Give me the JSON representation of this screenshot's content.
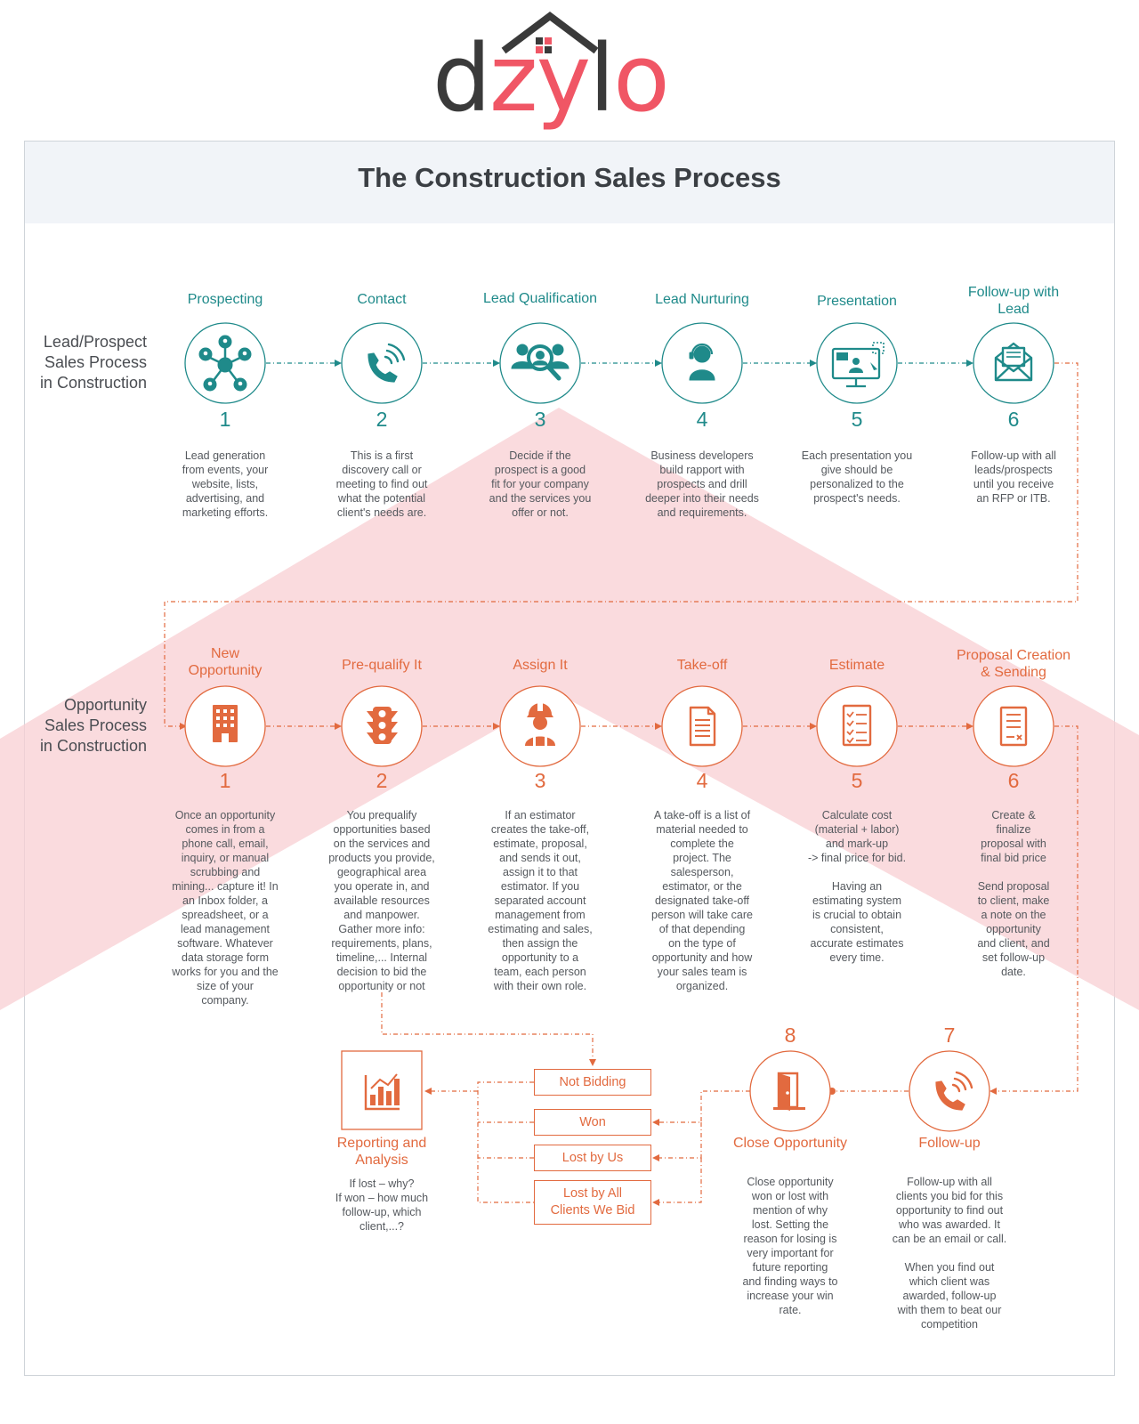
{
  "brand": {
    "logo_text": "dzylo",
    "colors": {
      "dark": "#3a3a3a",
      "accent": "#f05665",
      "roof_squares": [
        "#f05665",
        "#3a3a3a"
      ]
    }
  },
  "page_title": "The Construction Sales Process",
  "colors": {
    "teal": "#1f8a8a",
    "orange": "#e26a3f",
    "chevron": "#f8cfd3",
    "text": "#55595e",
    "header_band": "#f1f4f8"
  },
  "lead_section": {
    "label": "Lead/Prospect\nSales Process\nin Construction",
    "steps": [
      {
        "number": "1",
        "title": "Prospecting",
        "icon": "network-people-icon",
        "description": "Lead generation\nfrom events, your\nwebsite, lists,\nadvertising, and\nmarketing efforts."
      },
      {
        "number": "2",
        "title": "Contact",
        "icon": "phone-ringing-icon",
        "description": "This is a first\ndiscovery call or\nmeeting to find out\nwhat the potential\nclient's needs are."
      },
      {
        "number": "3",
        "title": "Lead Qualification",
        "icon": "group-search-icon",
        "description": "Decide if the\nprospect is a good\nfit for your company\nand the services you\noffer or not."
      },
      {
        "number": "4",
        "title": "Lead Nurturing",
        "icon": "headset-person-icon",
        "description": "Business developers\nbuild rapport with\nprospects and drill\ndeeper into their needs\nand requirements."
      },
      {
        "number": "5",
        "title": "Presentation",
        "icon": "monitor-presentation-icon",
        "description": "Each presentation you\ngive should be\npersonalized to the\nprospect's needs."
      },
      {
        "number": "6",
        "title": "Follow-up with\nLead",
        "icon": "envelope-letter-icon",
        "description": "Follow-up with all\nleads/prospects\nuntil you receive\nan RFP or ITB."
      }
    ]
  },
  "opportunity_section": {
    "label": "Opportunity\nSales Process\nin Construction",
    "steps": [
      {
        "number": "1",
        "title": "New\nOpportunity",
        "icon": "building-icon",
        "description": "Once an opportunity\ncomes in from a\nphone call, email,\ninquiry, or manual\nscrubbing and\nmining... capture it! In\nan Inbox folder, a\nspreadsheet, or a\nlead management\nsoftware. Whatever\ndata storage form\nworks for you and the\nsize of your\ncompany."
      },
      {
        "number": "2",
        "title": "Pre-qualify It",
        "icon": "traffic-light-icon",
        "description": "You prequalify\nopportunities based\non the services and\nproducts you provide,\ngeographical area\nyou operate in, and\navailable resources\nand manpower.\nGather more info:\nrequirements, plans,\ntimeline,... Internal\ndecision to bid the\nopportunity or not"
      },
      {
        "number": "3",
        "title": "Assign It",
        "icon": "construction-worker-icon",
        "description": "If an estimator\ncreates the take-off,\nestimate, proposal,\nand sends it out,\nassign it to that\nestimator. If you\nseparated account\nmanagement from\nestimating and sales,\nthen assign the\nopportunity to a\nteam, each person\nwith their own role."
      },
      {
        "number": "4",
        "title": "Take-off",
        "icon": "document-icon",
        "description": "A take-off is a list of\nmaterial needed to\ncomplete the\nproject. The\nsalesperson,\nestimator, or the\ndesignated take-off\nperson will take care\nof that depending\non the type of\nopportunity and how\nyour sales team is\norganized."
      },
      {
        "number": "5",
        "title": "Estimate",
        "icon": "checklist-icon",
        "description": "Calculate cost\n(material + labor)\nand mark-up\n-> final price for bid.\n\nHaving an\nestimating system\nis crucial to obtain\nconsistent,\naccurate estimates\nevery time."
      },
      {
        "number": "6",
        "title": "Proposal Creation\n& Sending",
        "icon": "proposal-document-icon",
        "description": "Create &\nfinalize\nproposal with\nfinal bid price\n\nSend proposal\nto client, make\na note on the\nopportunity\nand client, and\nset follow-up\ndate."
      },
      {
        "number": "7",
        "title": "Follow-up",
        "icon": "phone-ringing-icon",
        "description": "Follow-up with all\nclients you bid for this\nopportunity to find out\nwho was awarded. It\ncan be an email or call.\n\nWhen you find out\nwhich client was\nawarded, follow-up\nwith them to beat our\ncompetition"
      },
      {
        "number": "8",
        "title": "Close Opportunity",
        "icon": "door-icon",
        "description": "Close opportunity\nwon or lost with\nmention of why\nlost. Setting the\nreason for losing is\nvery important for\nfuture reporting\nand finding ways to\nincrease your win\nrate."
      }
    ]
  },
  "outcomes": [
    "Not Bidding",
    "Won",
    "Lost by Us",
    "Lost by All\nClients We Bid"
  ],
  "reporting": {
    "title": "Reporting and\nAnalysis",
    "icon": "bar-chart-icon",
    "description": "If lost – why?\nIf won – how much\nfollow-up, which\nclient,...?"
  }
}
